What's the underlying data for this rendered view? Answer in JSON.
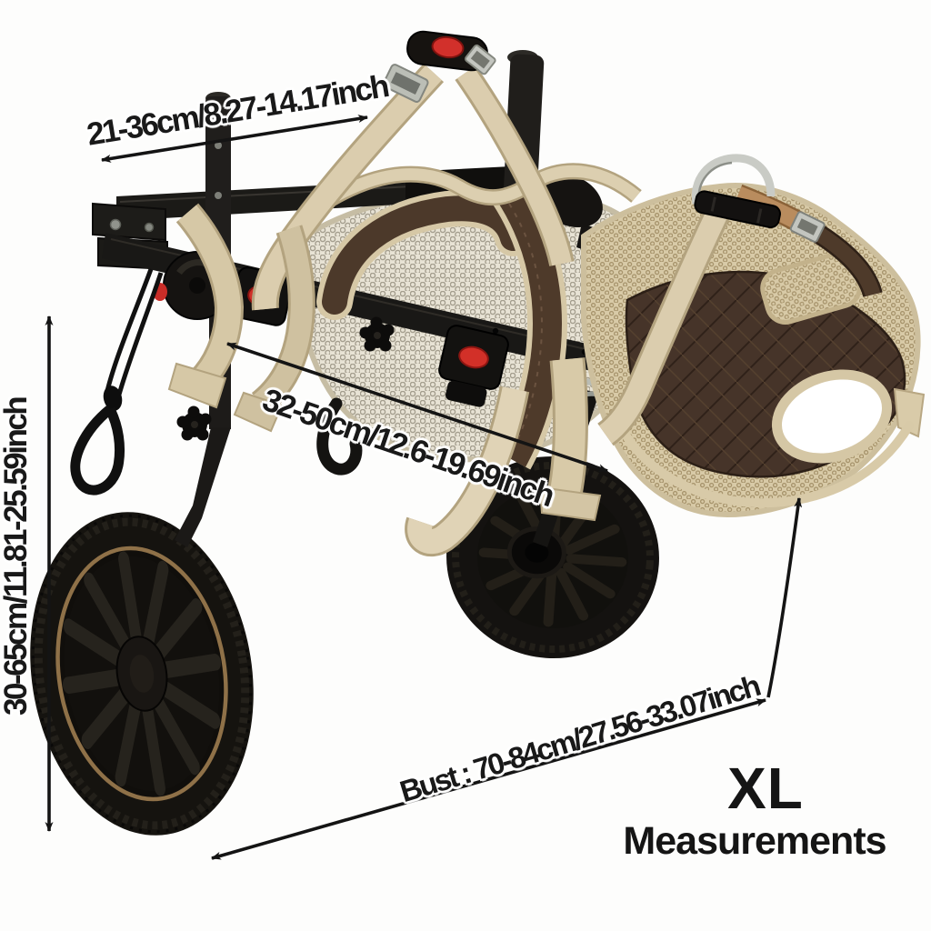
{
  "annotations": {
    "top_width_label": "21-36cm/8.27-14.17inch",
    "height_label": "30-65cm/11.81-25.59inch",
    "length_label": "32-50cm/12.6-19.69inch",
    "bust_label": "Bust : 70-84cm/27.56-33.07inch"
  },
  "size_panel": {
    "size": "XL",
    "caption": "Measurements"
  },
  "colors": {
    "annotation_ink": "#191919",
    "accent_red": "#d2302b",
    "strap_beige": "#dbcdae",
    "mesh_tan": "#d8caa7",
    "quilt_brown": "#463429",
    "frame_black": "#191816",
    "tire_stripe_tan": "#8f7148",
    "metal_silver": "#c0c2bc"
  }
}
